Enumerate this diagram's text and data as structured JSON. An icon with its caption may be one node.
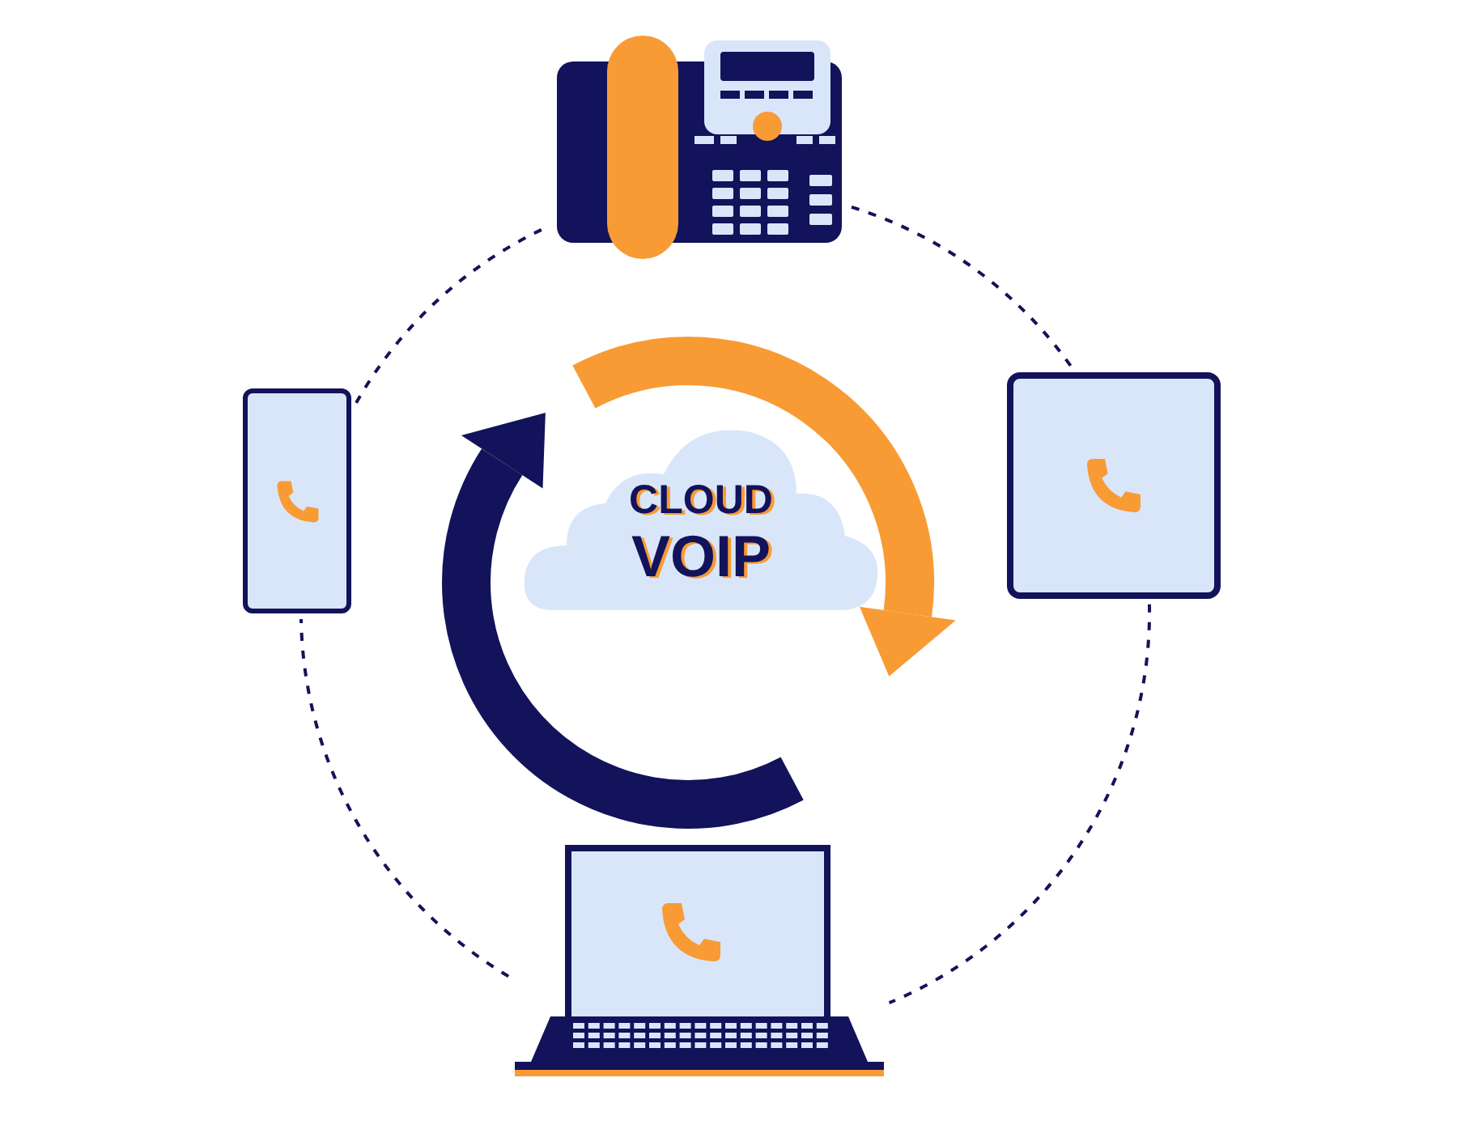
{
  "diagram": {
    "nodes": [
      {
        "text": [],
        "shape": "picture"
      },
      {
        "text": [],
        "shape": "picture"
      },
      {
        "text": [
          "CLOUD",
          "VOIP"
        ]
      },
      {
        "text": [],
        "shape": "picture"
      },
      {
        "text": [],
        "shape": "picture"
      }
    ],
    "edges": [
      {
        "from": 0,
        "to": 3,
        "arrow": "none",
        "style": "dashed"
      },
      {
        "from": 3,
        "to": 4,
        "arrow": "none",
        "style": "dashed"
      },
      {
        "from": 4,
        "to": 1,
        "arrow": "none",
        "style": "dashed"
      },
      {
        "from": 1,
        "to": 0,
        "arrow": "none",
        "style": "dashed"
      }
    ]
  }
}
